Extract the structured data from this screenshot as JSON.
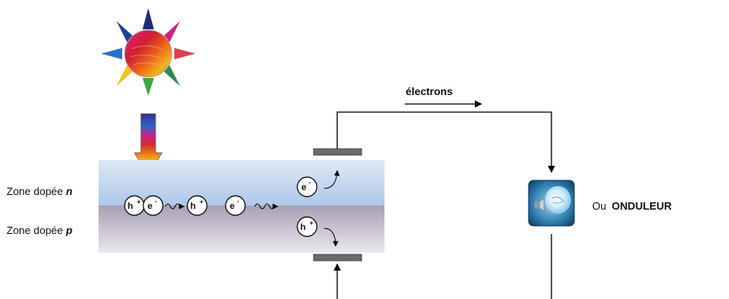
{
  "labels": {
    "electrons": "électrons",
    "zone_n_prefix": "Zone dopée ",
    "zone_n_letter": "n",
    "zone_p_prefix": "Zone dopée ",
    "zone_p_letter": "p",
    "ou": "Ou",
    "onduleur": "ONDULEUR"
  },
  "particles": {
    "hole_base": "h",
    "hole_sup": "+",
    "electron_base": "e",
    "electron_sup": "-"
  },
  "colors": {
    "n_layer_top": "#dde8f6",
    "n_layer_bottom": "#aec7ea",
    "p_layer_top": "#a89fb4",
    "p_layer_bottom": "#ebe8ef",
    "electrode": "#6b6b6b",
    "wire": "#000000"
  },
  "icons": [
    "sun-icon",
    "light-spectrum-arrow-icon",
    "light-bulb-icon"
  ]
}
